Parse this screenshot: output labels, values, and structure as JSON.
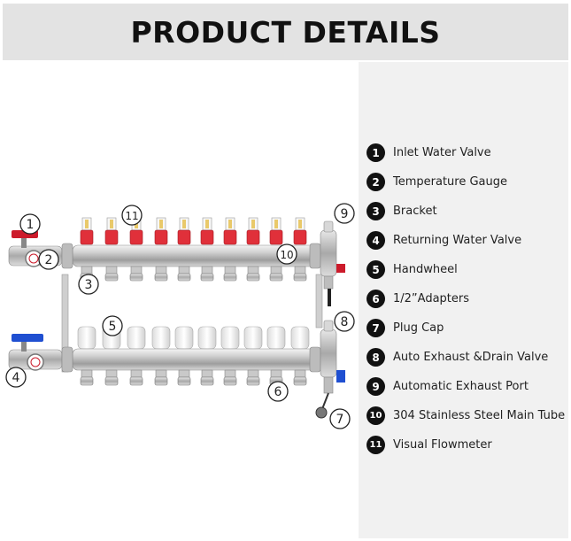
{
  "header": {
    "title": "PRODUCT DETAILS"
  },
  "diagram": {
    "callouts": [
      "1",
      "2",
      "3",
      "4",
      "5",
      "6",
      "7",
      "8",
      "9",
      "10",
      "11"
    ],
    "valve_colors": {
      "inlet": "#cc1b2b",
      "return": "#1f4fd1",
      "flowmeter": "#e0303a",
      "cap": "#f2f2f2"
    }
  },
  "legend": {
    "items": [
      {
        "num": "1",
        "label": "Inlet Water Valve"
      },
      {
        "num": "2",
        "label": "Temperature Gauge"
      },
      {
        "num": "3",
        "label": "Bracket"
      },
      {
        "num": "4",
        "label": "Returning Water Valve"
      },
      {
        "num": "5",
        "label": "Handwheel"
      },
      {
        "num": "6",
        "label": "1/2”Adapters"
      },
      {
        "num": "7",
        "label": "Plug Cap"
      },
      {
        "num": "8",
        "label": "Auto Exhaust &Drain Valve"
      },
      {
        "num": "9",
        "label": "Automatic Exhaust Port"
      },
      {
        "num": "10",
        "label": "304 Stainless Steel Main Tube"
      },
      {
        "num": "11",
        "label": "Visual Flowmeter"
      }
    ]
  }
}
